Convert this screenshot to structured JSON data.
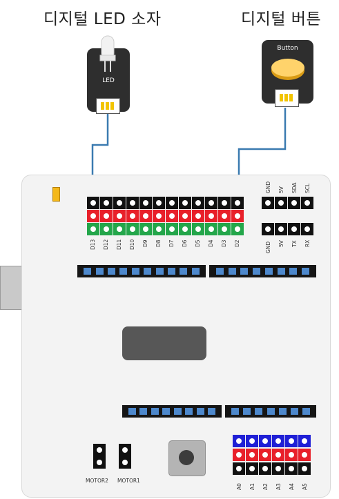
{
  "titles": {
    "led": "디지털 LED 소자",
    "button": "디지털 버튼"
  },
  "modules": {
    "led_label": "LED",
    "button_label": "Button"
  },
  "digital_pins": [
    "D13",
    "D12",
    "D11",
    "D10",
    "D9",
    "D8",
    "D7",
    "D6",
    "D5",
    "D4",
    "D3",
    "D2"
  ],
  "i2c_pins": [
    "GND",
    "5V",
    "SDA",
    "SCL"
  ],
  "uart_pins": [
    "GND",
    "5V",
    "TX",
    "RX"
  ],
  "analog_pins": [
    "A0",
    "A1",
    "A2",
    "A3",
    "A4",
    "A5"
  ],
  "motors": {
    "motor2": "MOTOR2",
    "motor1": "MOTOR1"
  },
  "colors": {
    "signal": "#e8202a",
    "vcc": "#e8202a",
    "digital_ground": "#23a64a",
    "analog_power": "#1f1fd6",
    "wire": "#3a7ab0",
    "led_header": "#f4b81a"
  }
}
